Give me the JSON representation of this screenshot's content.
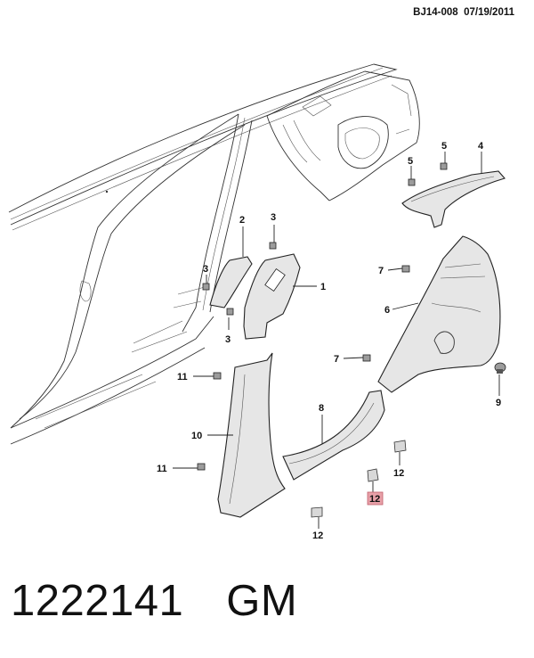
{
  "header": {
    "code": "BJ14-008",
    "date": "07/19/2011"
  },
  "footer": {
    "part_number": "1222141",
    "brand": "GM"
  },
  "highlight_color": "#e8a0a8",
  "callouts": [
    {
      "id": "c1",
      "label": "1"
    },
    {
      "id": "c2",
      "label": "2"
    },
    {
      "id": "c3a",
      "label": "3"
    },
    {
      "id": "c3b",
      "label": "3"
    },
    {
      "id": "c3c",
      "label": "3"
    },
    {
      "id": "c4",
      "label": "4"
    },
    {
      "id": "c5a",
      "label": "5"
    },
    {
      "id": "c5b",
      "label": "5"
    },
    {
      "id": "c6",
      "label": "6"
    },
    {
      "id": "c7a",
      "label": "7"
    },
    {
      "id": "c7b",
      "label": "7"
    },
    {
      "id": "c8",
      "label": "8"
    },
    {
      "id": "c9",
      "label": "9"
    },
    {
      "id": "c10",
      "label": "10"
    },
    {
      "id": "c11a",
      "label": "11"
    },
    {
      "id": "c11b",
      "label": "11"
    },
    {
      "id": "c12a",
      "label": "12"
    },
    {
      "id": "c12b",
      "label": "12"
    },
    {
      "id": "c12c",
      "label": "12"
    }
  ]
}
